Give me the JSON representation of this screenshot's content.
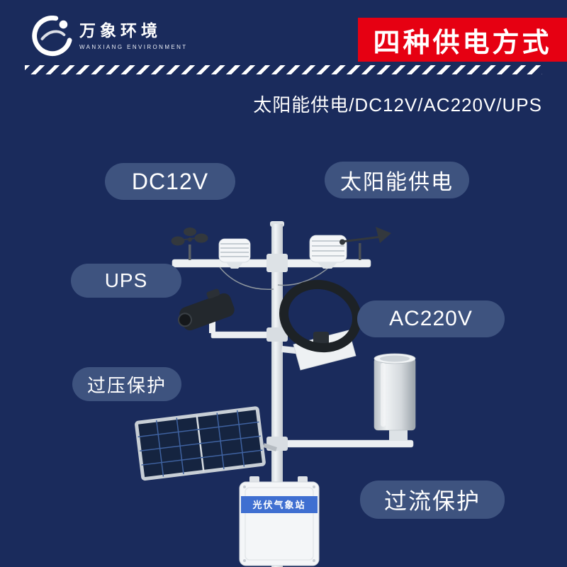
{
  "colors": {
    "bg": "#1a2b5c",
    "accent": "#e60012",
    "pill": "#3e537f",
    "box_label": "#3f6fd1"
  },
  "logo": {
    "title": "万象环境",
    "subtitle": "WANXIANG ENVIRONMENT"
  },
  "banner": {
    "title": "四种供电方式"
  },
  "subtitle": {
    "text": "太阳能供电/DC12V/AC220V/UPS"
  },
  "labels": [
    {
      "id": "dc12v",
      "text": "DC12V"
    },
    {
      "id": "solar",
      "text": "太阳能供电"
    },
    {
      "id": "ups",
      "text": "UPS"
    },
    {
      "id": "ac220v",
      "text": "AC220V"
    },
    {
      "id": "overvoltage",
      "text": "过压保护"
    },
    {
      "id": "overcurrent",
      "text": "过流保护"
    }
  ],
  "station": {
    "box_label": "光伏气象站"
  }
}
